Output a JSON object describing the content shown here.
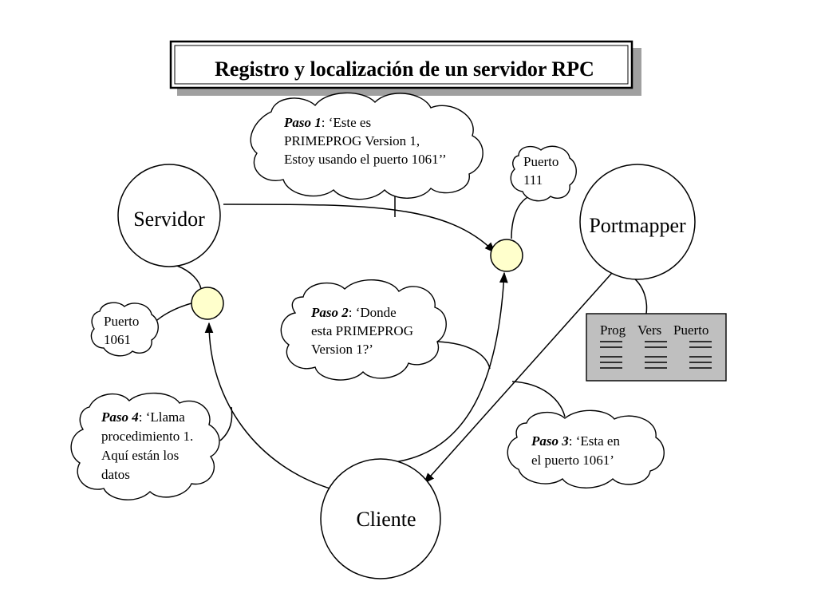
{
  "title": "Registro y localización de un servidor RPC",
  "nodes": {
    "servidor": "Servidor",
    "portmapper": "Portmapper",
    "cliente": "Cliente"
  },
  "ports": {
    "port111": [
      "Puerto",
      "111"
    ],
    "port1061": [
      "Puerto",
      "1061"
    ]
  },
  "steps": {
    "paso1": {
      "label": "Paso 1",
      "lines": [
        ": ‘Este es",
        "PRIMEPROG Version 1,",
        "Estoy usando el puerto 1061’’"
      ]
    },
    "paso2": {
      "label": "Paso 2",
      "lines": [
        ": ‘Donde",
        "esta PRIMEPROG",
        "Version 1?’"
      ]
    },
    "paso3": {
      "label": "Paso 3",
      "lines": [
        ": ‘Esta en",
        "el puerto 1061’"
      ]
    },
    "paso4": {
      "label": "Paso 4",
      "lines": [
        ": ‘Llama",
        "procedimiento 1.",
        "Aquí están los",
        "datos"
      ]
    }
  },
  "table": {
    "headers": [
      "Prog",
      "Vers",
      "Puerto"
    ]
  },
  "colors": {
    "port_fill": "#ffffcc",
    "table_fill": "#bfbfbf",
    "title_shadow": "#a0a0a0"
  }
}
